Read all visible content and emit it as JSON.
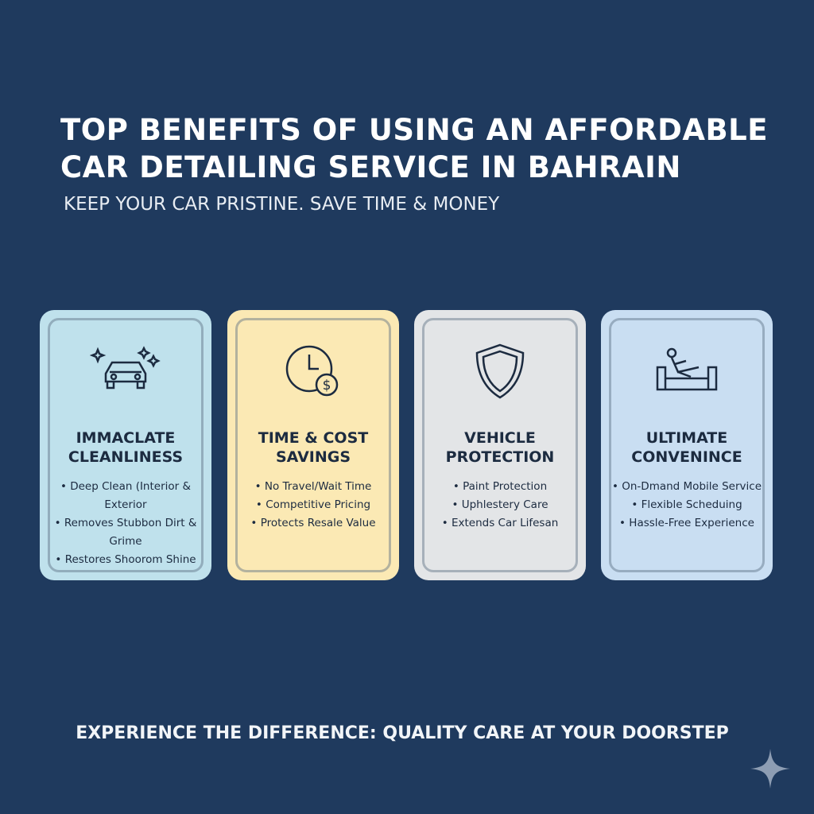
{
  "header": {
    "title_line1": "TOP BENEFITS OF USING AN AFFORDABLE",
    "title_line2": "CAR DETAILING SERVICE IN BAHRAIN",
    "subtitle": "KEEP YOUR CAR PRISTINE. SAVE TIME & MONEY"
  },
  "cards": [
    {
      "icon": "sparkling-car-icon",
      "color": "#bfe1ec",
      "title1": "IMMACLATE",
      "title2": "CLEANLINESS",
      "items": [
        "Deep Clean (Interior & Exterior",
        "Removes Stubbon Dirt & Grime",
        "Restores Shoorom Shine"
      ]
    },
    {
      "icon": "clock-dollar-icon",
      "color": "#fbe9b4",
      "title1": "TIME & COST",
      "title2": "SAVINGS",
      "items": [
        "No Travel/Wait Time",
        "Competitive Pricing",
        "Protects Resale Value"
      ]
    },
    {
      "icon": "shield-icon",
      "color": "#e3e5e7",
      "title1": "VEHICLE",
      "title2": "PROTECTION",
      "items": [
        "Paint Protection",
        "Uphlestery Care",
        "Extends Car Lifesan"
      ]
    },
    {
      "icon": "person-relaxing-sofa-icon",
      "color": "#c9def2",
      "title1": "ULTIMATE",
      "title2": "CONVENINCE",
      "items": [
        "On-Dmand Mobile Service",
        "Flexible Scheduing",
        "Hassle-Free Experience"
      ]
    }
  ],
  "footer": "EXPERIENCE THE DIFFERENCE: QUALITY CARE AT YOUR DOORSTEP"
}
